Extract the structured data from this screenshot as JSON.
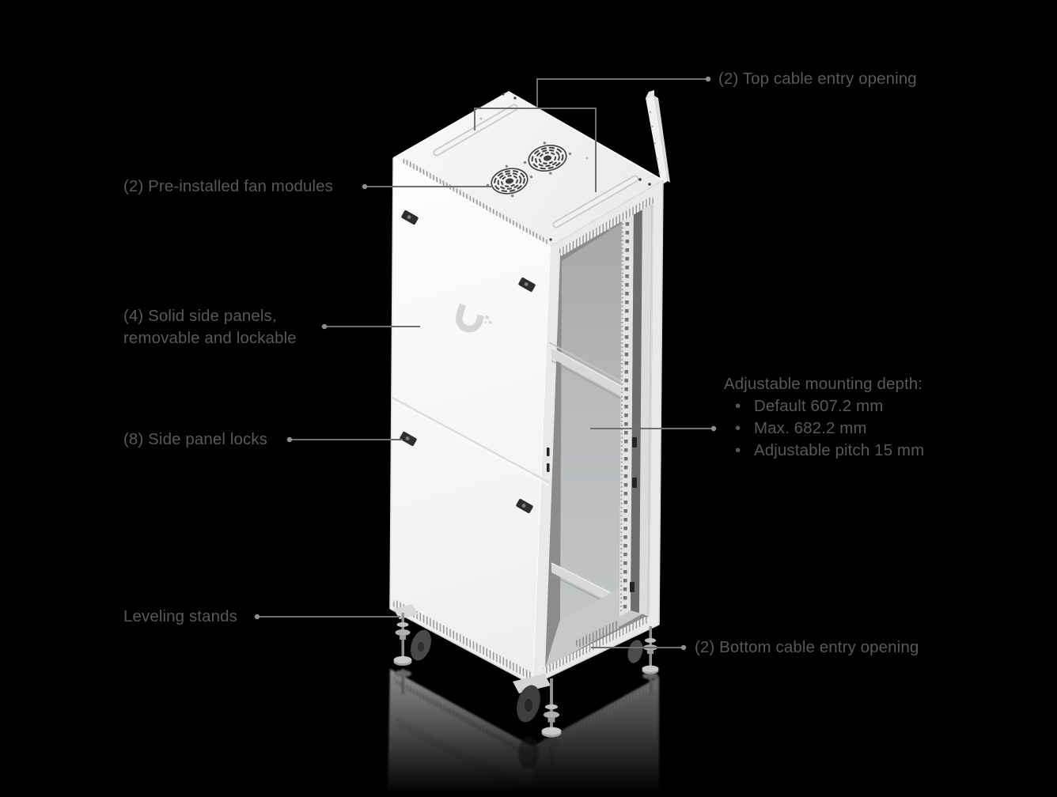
{
  "colors": {
    "background": "#000000",
    "label_text": "#585858",
    "callout_line": "#6f6f6f",
    "callout_dot": "#8f8f8f",
    "cabinet_body": "#f4f4f2",
    "cabinet_interior": "#b4b6b8"
  },
  "icons": {
    "logo": "ubiquiti-u-logo"
  },
  "callouts": {
    "top_cable_entry": {
      "label": "(2) Top cable entry opening"
    },
    "fan_modules": {
      "label": "(2) Pre-installed fan modules"
    },
    "side_panels": {
      "line1": "(4) Solid side panels,",
      "line2": "removable and lockable"
    },
    "side_panel_locks": {
      "label": "(8) Side panel locks"
    },
    "mounting_depth": {
      "title": "Adjustable mounting depth:",
      "bullet": "•",
      "items": [
        "Default 607.2 mm",
        "Max. 682.2 mm",
        "Adjustable pitch 15 mm"
      ]
    },
    "leveling_stands": {
      "label": "Leveling stands"
    },
    "bottom_cable_entry": {
      "label": "(2) Bottom cable entry opening"
    }
  }
}
